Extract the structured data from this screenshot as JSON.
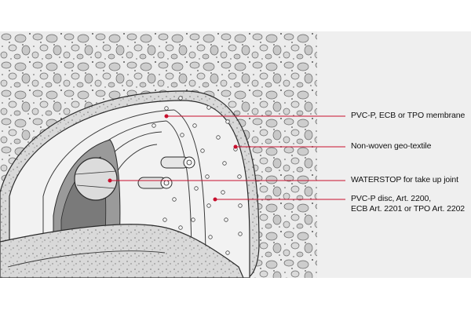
{
  "labels": {
    "membrane": "PVC-P, ECB or TPO membrane",
    "geotextile": "Non-woven geo-textile",
    "waterstop": "WATERSTOP for take up joint",
    "disc_line1": "PVC-P disc, Art. 2200,",
    "disc_line2": "ECB Art.  2201 or TPO Art. 2202"
  },
  "colors": {
    "leader": "#c8102e",
    "panel": "#efefef",
    "outline": "#2a2a2a"
  }
}
